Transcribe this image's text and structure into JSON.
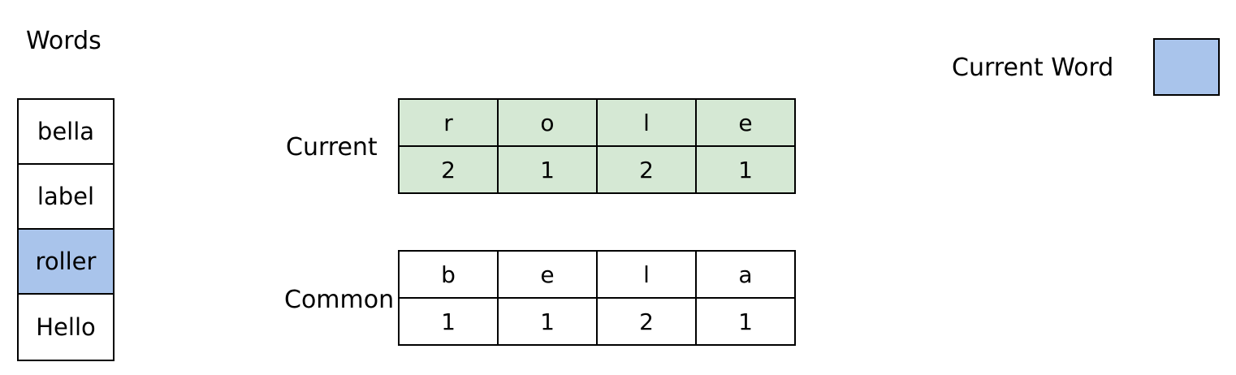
{
  "words": {
    "title": "Words",
    "items": [
      "bella",
      "label",
      "roller",
      "Hello"
    ],
    "active_index": 2
  },
  "current": {
    "label": "Current",
    "letters": [
      "r",
      "o",
      "l",
      "e"
    ],
    "counts": [
      "2",
      "1",
      "2",
      "1"
    ]
  },
  "common": {
    "label": "Common",
    "letters": [
      "b",
      "e",
      "l",
      "a"
    ],
    "counts": [
      "1",
      "1",
      "2",
      "1"
    ]
  },
  "current_word": {
    "label": "Current Word"
  },
  "colors": {
    "highlight_blue": "#a9c4eb",
    "current_green": "#d5e8d4"
  }
}
